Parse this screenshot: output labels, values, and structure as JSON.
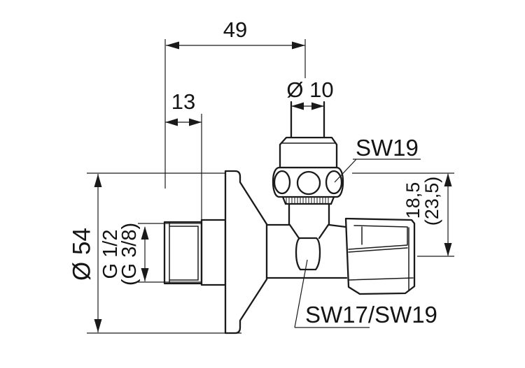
{
  "drawing": {
    "labels": {
      "dim_width": "49",
      "dim_thread_length": "13",
      "dim_pipe_diameter": "Ø 10",
      "wrench_size_top": "SW19",
      "dim_outlet_height": "18,5",
      "dim_outlet_height_alt": "(23,5)",
      "dim_flange_diameter": "Ø 54",
      "thread_size": "G 1/2",
      "thread_size_alt": "(G 3/8)",
      "wrench_size_outlet": "SW17/SW19"
    },
    "colors": {
      "line": "#1a1a1a",
      "background": "#ffffff"
    }
  }
}
